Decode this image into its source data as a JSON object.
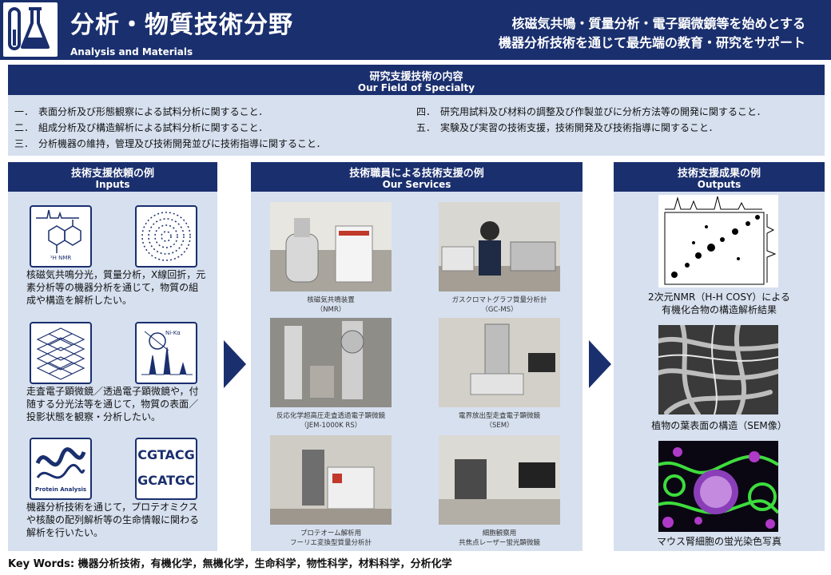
{
  "header": {
    "title_ja": "分析・物質技術分野",
    "title_en": "Analysis and Materials",
    "tagline_line1": "核磁気共鳴・質量分析・電子顕微鏡等を始めとする",
    "tagline_line2": "機器分析技術を通じて最先端の教育・研究をサポート"
  },
  "field": {
    "title_ja": "研究支援技術の内容",
    "title_en": "Our Field of Specialty",
    "items_left": [
      "一．　表面分析及び形態観察による試料分析に関すること．",
      "二．　組成分析及び構造解析による試料分析に関すること．",
      "三．　分析機器の維持，管理及び技術開発並びに技術指導に関すること．"
    ],
    "items_right": [
      "四．　研究用試料及び材料の調整及び作製並びに分析方法等の開発に関すること．",
      "五．　実験及び実習の技術支援，技術開発及び技術指導に関すること．"
    ]
  },
  "inputs": {
    "title_ja": "技術支援依頼の例",
    "title_en": "Inputs",
    "groups": [
      {
        "text": "核磁気共鳴分光，質量分析，X線回折，元素分析等の機器分析を通じて，物質の組成や構造を解析したい。",
        "tile_labels": [
          "¹H NMR",
          ""
        ]
      },
      {
        "text": "走査電子顕微鏡／透過電子顕微鏡や，付随する分光法等を通じて，物質の表面／投影状態を観察・分析したい。",
        "tile_labels": [
          "",
          "Ni-Kα"
        ]
      },
      {
        "text": "機器分析技術を通じて，プロテオミクスや核酸の配列解析等の生命情報に関わる解析を行いたい。",
        "tile_labels": [
          "Protein Analysis",
          "CGTACG",
          "GCATGC"
        ]
      }
    ]
  },
  "services": {
    "title_ja": "技術職員による技術支援の例",
    "title_en": "Our Services",
    "items": [
      {
        "line1": "核磁気共鳴装置",
        "line2": "（NMR）"
      },
      {
        "line1": "ガスクロマトグラフ質量分析計",
        "line2": "（GC-MS）"
      },
      {
        "line1": "反応化学超高圧走査透過電子顕微鏡",
        "line2": "（JEM-1000K RS）"
      },
      {
        "line1": "電界放出型走査電子顕微鏡",
        "line2": "（SEM）"
      },
      {
        "line1": "プロテオーム解析用",
        "line2": "フーリエ変換型質量分析計"
      },
      {
        "line1": "細胞観察用",
        "line2": "共焦点レーザー蛍光顕微鏡"
      }
    ]
  },
  "outputs": {
    "title_ja": "技術支援成果の例",
    "title_en": "Outputs",
    "items": [
      {
        "line1": "2次元NMR（H-H COSY）による",
        "line2": "有機化合物の構造解析結果"
      },
      {
        "line1": "植物の葉表面の構造（SEM像）",
        "line2": ""
      },
      {
        "line1": "マウス腎細胞の蛍光染色写真",
        "line2": ""
      }
    ]
  },
  "keywords": {
    "label": "Key Words:",
    "value": "機器分析技術，有機化学，無機化学，生命科学，物性科学，材料科学，分析化学"
  },
  "colors": {
    "navy": "#1a2f6e",
    "panel": "#d6e0ef"
  },
  "icons": [
    "test-tube-icon",
    "flask-icon",
    "chevron-right-icon"
  ]
}
